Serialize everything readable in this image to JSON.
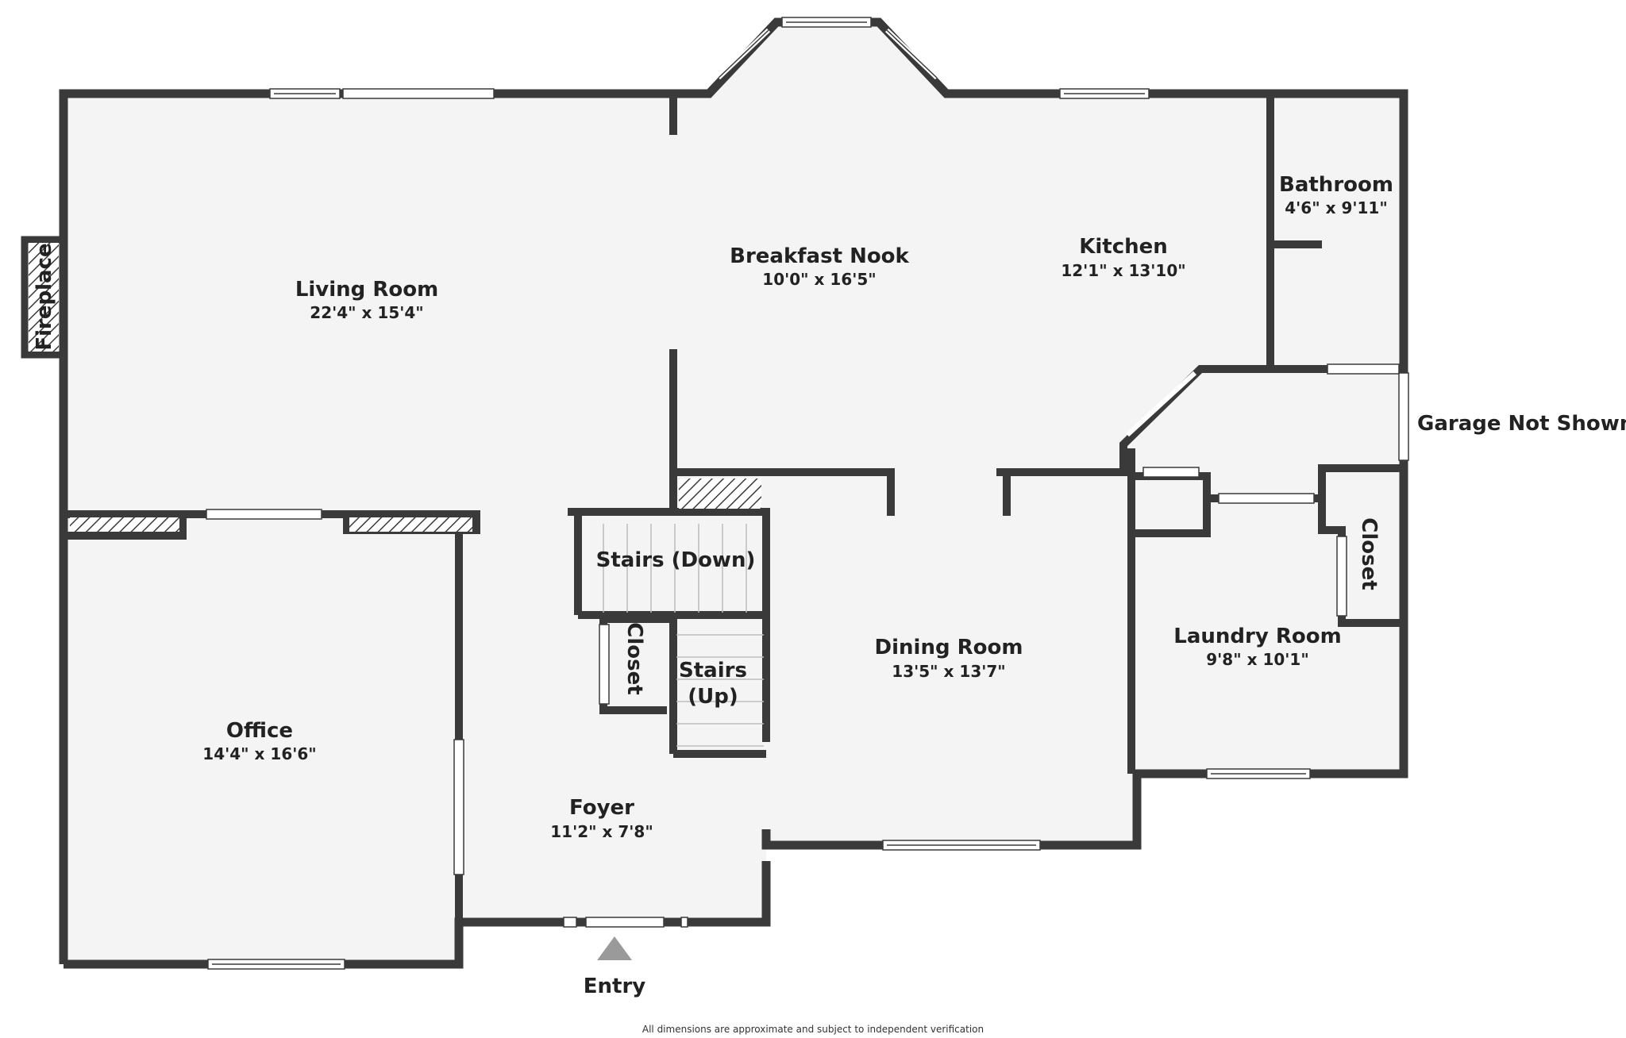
{
  "colors": {
    "wall": "#3a3a3a",
    "floor": "#f4f4f4",
    "window": "#ffffff",
    "text": "#222222",
    "entry_marker": "#9a9a9a"
  },
  "rooms": {
    "living_room": {
      "name": "Living Room",
      "dims": "22'4\" x 15'4\""
    },
    "breakfast_nook": {
      "name": "Breakfast Nook",
      "dims": "10'0\" x 16'5\""
    },
    "kitchen": {
      "name": "Kitchen",
      "dims": "12'1\" x 13'10\""
    },
    "bathroom": {
      "name": "Bathroom",
      "dims": "4'6\" x 9'11\""
    },
    "office": {
      "name": "Office",
      "dims": "14'4\" x 16'6\""
    },
    "dining_room": {
      "name": "Dining Room",
      "dims": "13'5\" x 13'7\""
    },
    "laundry_room": {
      "name": "Laundry Room",
      "dims": "9'8\" x 10'1\""
    },
    "foyer": {
      "name": "Foyer",
      "dims": "11'2\" x 7'8\""
    }
  },
  "labels": {
    "fireplace": "Fireplace",
    "stairs_down": "Stairs (Down)",
    "stairs_up_line1": "Stairs",
    "stairs_up_line2": "(Up)",
    "closet_center": "Closet",
    "closet_right": "Closet",
    "garage": "Garage Not Shown",
    "entry": "Entry"
  },
  "disclaimer": "All dimensions are approximate and subject to independent verification"
}
